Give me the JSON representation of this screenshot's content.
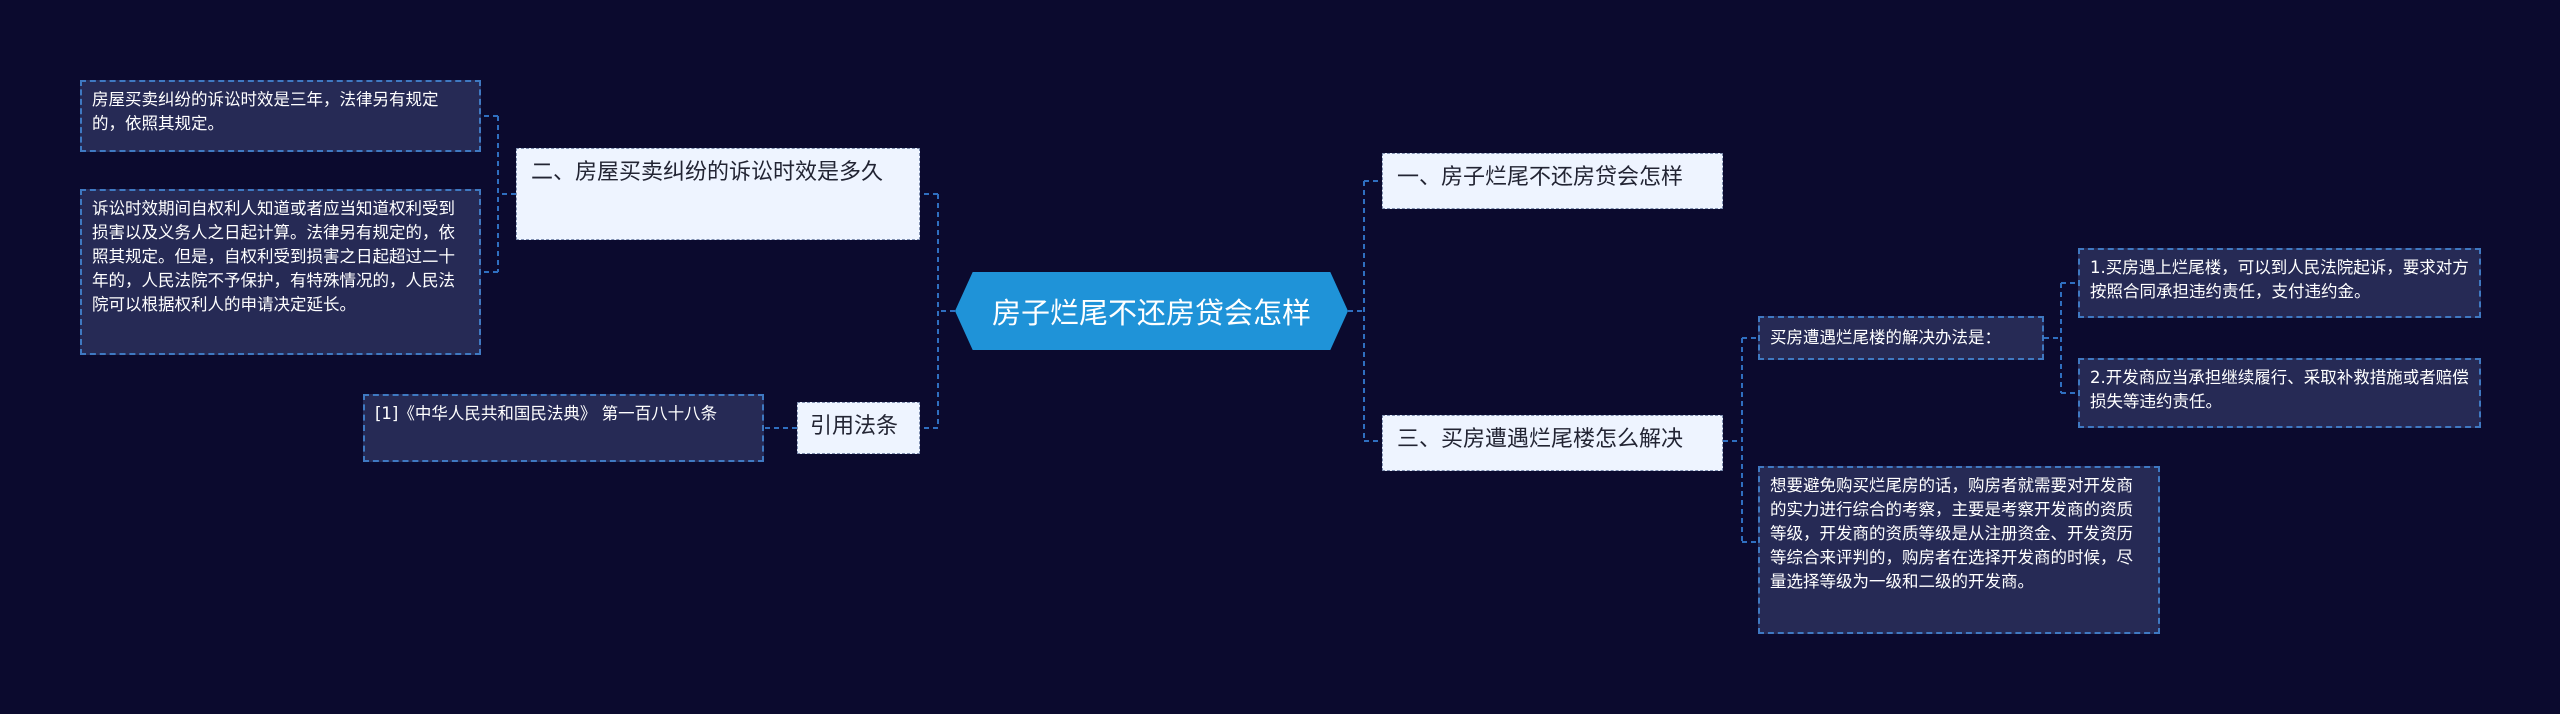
{
  "mindmap": {
    "root": "房子烂尾不还房贷会怎样",
    "left": {
      "branch1": {
        "label": "二、房屋买卖纠纷的诉讼时效是多久",
        "notes": [
          "房屋买卖纠纷的诉讼时效是三年，法律另有规定的，依照其规定。",
          "诉讼时效期间自权利人知道或者应当知道权利受到损害以及义务人之日起计算。法律另有规定的，依照其规定。但是，自权利受到损害之日起超过二十年的，人民法院不予保护，有特殊情况的，人民法院可以根据权利人的申请决定延长。"
        ]
      },
      "branch2": {
        "label": "引用法条",
        "notes": [
          "[1]《中华人民共和国民法典》 第一百八十八条"
        ]
      }
    },
    "right": {
      "branch1": {
        "label": "一、房子烂尾不还房贷会怎样"
      },
      "branch3": {
        "label": "三、买房遭遇烂尾楼怎么解决",
        "sub_label": "买房遭遇烂尾楼的解决办法是：",
        "sub_notes": [
          "1.买房遇上烂尾楼，可以到人民法院起诉，要求对方按照合同承担违约责任，支付违约金。",
          "2.开发商应当承担继续履行、采取补救措施或者赔偿损失等违约责任。"
        ],
        "note": "想要避免购买烂尾房的话，购房者就需要对开发商的实力进行综合的考察，主要是考察开发商的资质等级，开发商的资质等级是从注册资金、开发资历等综合来评判的，购房者在选择开发商的时候，尽量选择等级为一级和二级的开发商。"
      }
    }
  },
  "colors": {
    "background": "#0b0a2e",
    "root_fill": "#1f93d8",
    "branch_fill": "#eef4ff",
    "leaf_fill": "#262a55",
    "connector": "#2f6fc0"
  }
}
